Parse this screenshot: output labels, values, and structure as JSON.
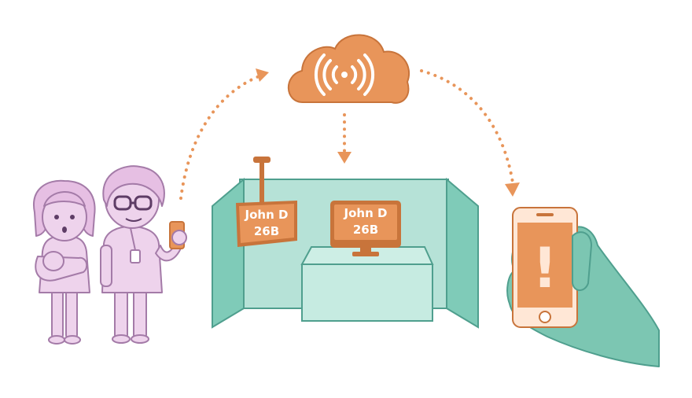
{
  "bed_sign": {
    "name": "John D",
    "room": "26B"
  },
  "monitor": {
    "name": "John D",
    "room": "26B"
  },
  "phone": {
    "alert_symbol": "!"
  },
  "icons": {
    "cloud": "cloud-icon",
    "wireless": "wireless-signal-icon",
    "alert": "exclamation-icon"
  },
  "colors": {
    "orange": "#e8955a",
    "orange_dark": "#c8743b",
    "teal": "#a9dccf",
    "teal_dark": "#4f9f8e",
    "hand": "#7cc6b2",
    "people": "#eed3ec",
    "people_stroke": "#a47ba8"
  }
}
